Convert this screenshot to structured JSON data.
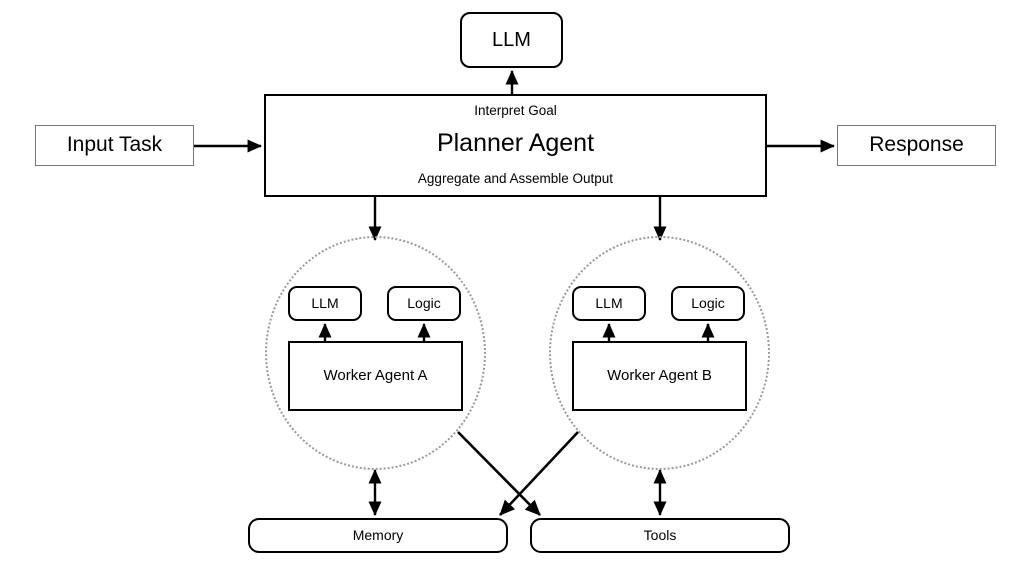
{
  "diagram": {
    "title": "Planner Agent multi-agent architecture flow",
    "colors": {
      "stroke": "#000000",
      "cluster_stroke": "#9a9a9a",
      "io_stroke": "#767676",
      "background": "#ffffff"
    },
    "nodes": {
      "llm_top": "LLM",
      "input_task": "Input Task",
      "response": "Response",
      "planner": {
        "top_label": "Interpret Goal",
        "title": "Planner Agent",
        "bottom_label": "Aggregate and Assemble Output"
      },
      "worker_a": {
        "title": "Worker Agent A",
        "llm": "LLM",
        "logic": "Logic"
      },
      "worker_b": {
        "title": "Worker Agent B",
        "llm": "LLM",
        "logic": "Logic"
      },
      "memory": "Memory",
      "tools": "Tools"
    },
    "edges": [
      {
        "from": "Input Task",
        "to": "Planner Agent",
        "style": "arrow"
      },
      {
        "from": "Planner Agent",
        "to": "Response",
        "style": "arrow"
      },
      {
        "from": "Planner Agent",
        "to": "LLM",
        "style": "arrow"
      },
      {
        "from": "Planner Agent",
        "to": "Worker Agent A",
        "style": "arrow"
      },
      {
        "from": "Planner Agent",
        "to": "Worker Agent B",
        "style": "arrow"
      },
      {
        "from": "Worker Agent A",
        "to": "LLM",
        "style": "arrow"
      },
      {
        "from": "Worker Agent A",
        "to": "Logic",
        "style": "arrow"
      },
      {
        "from": "Worker Agent B",
        "to": "LLM",
        "style": "arrow"
      },
      {
        "from": "Worker Agent B",
        "to": "Logic",
        "style": "arrow"
      },
      {
        "from": "Worker Agent A",
        "to": "Memory",
        "style": "double-arrow"
      },
      {
        "from": "Worker Agent B",
        "to": "Tools",
        "style": "double-arrow"
      },
      {
        "from": "Worker Agent A",
        "to": "Tools",
        "style": "arrow-diagonal"
      },
      {
        "from": "Worker Agent B",
        "to": "Memory",
        "style": "arrow-diagonal"
      }
    ]
  }
}
